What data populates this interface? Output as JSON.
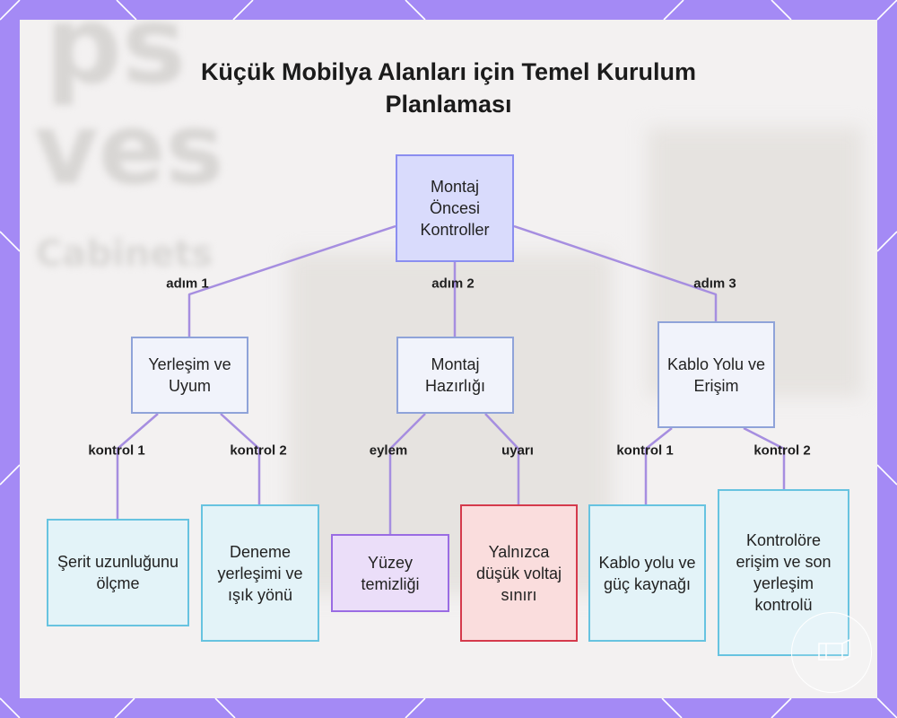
{
  "title": "Küçük Mobilya Alanları için Temel Kurulum Planlaması",
  "nodes": {
    "root": "Montaj Öncesi Kontroller",
    "placement": "Yerleşim ve Uyum",
    "prep": "Montaj Hazırlığı",
    "cable": "Kablo Yolu ve Erişim",
    "tape": "Şerit uzunluğunu ölçme",
    "trial": "Deneme yerleşimi ve ışık yönü",
    "surface": "Yüzey temizliği",
    "voltage": "Yalnızca düşük voltaj sınırı",
    "power": "Kablo yolu ve güç kaynağı",
    "access": "Kontrolöre erişim ve son yerleşim kontrolü"
  },
  "edge_labels": {
    "step1": "adım 1",
    "step2": "adım 2",
    "step3": "adım 3",
    "p_check1": "kontrol 1",
    "p_check2": "kontrol 2",
    "action": "eylem",
    "warning": "uyarı",
    "c_check1": "kontrol 1",
    "c_check2": "kontrol 2"
  },
  "colors": {
    "background": "#a48af5",
    "panel": "#f3f1f1",
    "edge": "#a68ee0",
    "root_fill": "#d9dbfc",
    "mid_border": "#8fa3d9",
    "leaf_border": "#67c3e0",
    "action_border": "#9a6ce3",
    "warning_border": "#d53a4c"
  },
  "icons": [
    "logo-icon"
  ]
}
